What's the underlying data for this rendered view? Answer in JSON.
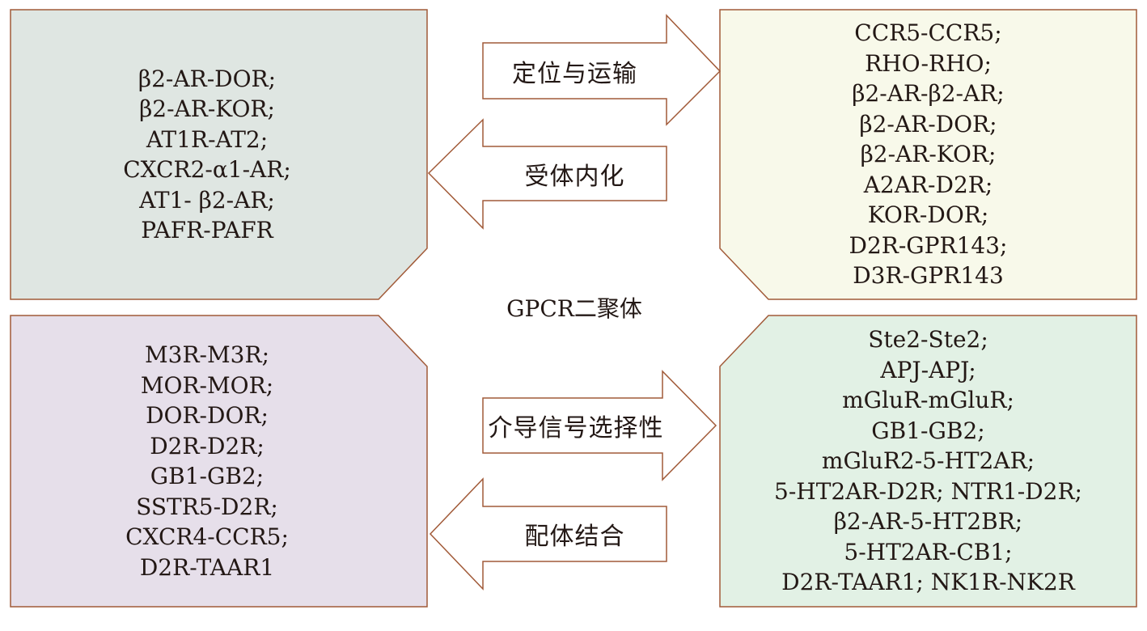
{
  "center_title": "GPCR二聚体",
  "colors": {
    "top_left_fill": "#dfe6e2",
    "top_right_fill": "#f8f9ea",
    "bottom_left_fill": "#e6dfea",
    "bottom_right_fill": "#e2f1e5",
    "stroke": "#a15a38"
  },
  "boxes": {
    "top_left": [
      "β2-AR-DOR;",
      "β2-AR-KOR;",
      "AT1R-AT2;",
      "CXCR2-α1-AR;",
      "AT1- β2-AR;",
      "PAFR-PAFR"
    ],
    "top_right": [
      "CCR5-CCR5;",
      "RHO-RHO;",
      "β2-AR-β2-AR;",
      "β2-AR-DOR;",
      "β2-AR-KOR;",
      "A2AR-D2R;",
      "KOR-DOR;",
      "D2R-GPR143;",
      "D3R-GPR143"
    ],
    "bottom_left": [
      "M3R-M3R;",
      "MOR-MOR;",
      "DOR-DOR;",
      "D2R-D2R;",
      "GB1-GB2;",
      "SSTR5-D2R;",
      "CXCR4-CCR5;",
      "D2R-TAAR1"
    ],
    "bottom_right": [
      "Ste2-Ste2;",
      "APJ-APJ;",
      "mGluR-mGluR;",
      "GB1-GB2;",
      "mGluR2-5-HT2AR;",
      "5-HT2AR-D2R; NTR1-D2R;",
      "β2-AR-5-HT2BR;",
      "5-HT2AR-CB1;",
      "D2R-TAAR1; NK1R-NK2R"
    ]
  },
  "arrows": {
    "localization": "定位与运输",
    "internalization": "受体内化",
    "signaling": "介导信号选择性",
    "ligand": "配体结合"
  }
}
